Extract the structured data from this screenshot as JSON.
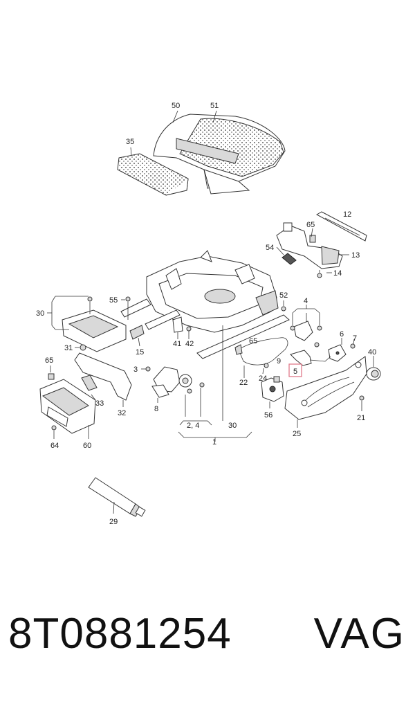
{
  "callouts": {
    "c50": "50",
    "c51": "51",
    "c35": "35",
    "c12": "12",
    "c65a": "65",
    "c54": "54",
    "c13": "13",
    "c14": "14",
    "c30a": "30",
    "c55": "55",
    "c52": "52",
    "c4": "4",
    "c31": "31",
    "c15": "15",
    "c41": "41",
    "c42": "42",
    "c65b": "65",
    "c6": "6",
    "c7": "7",
    "c40": "40",
    "c65c": "65",
    "c3": "3",
    "c9": "9",
    "c5": "5",
    "c22": "22",
    "c24": "24",
    "c33": "33",
    "c8": "8",
    "c56": "56",
    "c21": "21",
    "c32": "32",
    "c2_4": "2, 4",
    "c30b": "30",
    "c25": "25",
    "c64": "64",
    "c60": "60",
    "c1": "1",
    "c29": "29"
  },
  "highlight_color": "#e07a8a",
  "footer": {
    "part_number": "8T0881254",
    "brand": "VAG"
  }
}
